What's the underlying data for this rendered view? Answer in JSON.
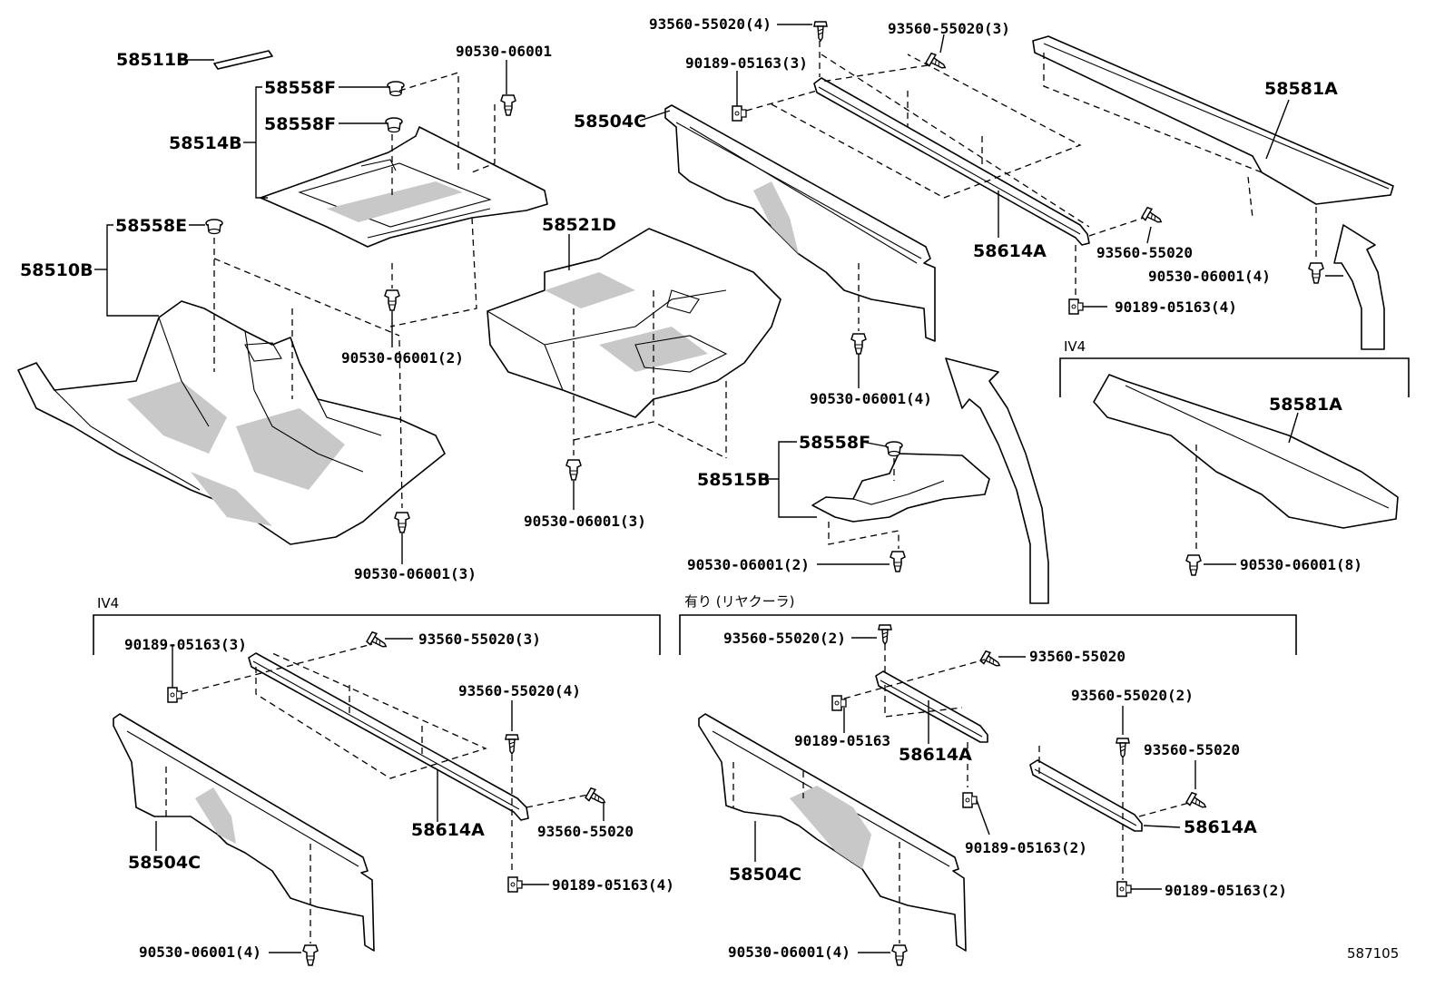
{
  "diagram_id": "587105",
  "section_labels": {
    "iv4_right": "IV4",
    "iv4_bottom": "IV4",
    "rear_cooler": "有り (リヤクーラ)"
  },
  "callouts": {
    "c01": "58511B",
    "c02": "58558F",
    "c03": "58558F",
    "c04": "58514B",
    "c05": "90530-06001",
    "c06": "58558E",
    "c07": "58510B",
    "c08": "90530-06001(2)",
    "c09": "90530-06001(3)",
    "c10": "58521D",
    "c11": "90530-06001(3)",
    "c12": "93560-55020(4)",
    "c13": "93560-55020(3)",
    "c14": "90189-05163(3)",
    "c15": "58504C",
    "c16": "58614A",
    "c17": "90530-06001(4)",
    "c18": "58558F",
    "c19": "58515B",
    "c20": "90530-06001(2)",
    "c21": "58581A",
    "c22": "93560-55020",
    "c23": "90530-06001(4)",
    "c24": "90189-05163(4)",
    "c25": "58581A",
    "c26": "90530-06001(8)",
    "c27": "90189-05163(3)",
    "c28": "93560-55020(3)",
    "c29": "93560-55020(4)",
    "c30": "58614A",
    "c31": "93560-55020",
    "c32": "58504C",
    "c33": "90189-05163(4)",
    "c34": "90530-06001(4)",
    "c35": "93560-55020(2)",
    "c36": "93560-55020",
    "c37": "90189-05163",
    "c38": "58614A",
    "c39": "93560-55020(2)",
    "c40": "93560-55020",
    "c41": "58614A",
    "c42": "90189-05163(2)",
    "c43": "58504C",
    "c44": "90189-05163(2)",
    "c45": "90530-06001(4)"
  }
}
